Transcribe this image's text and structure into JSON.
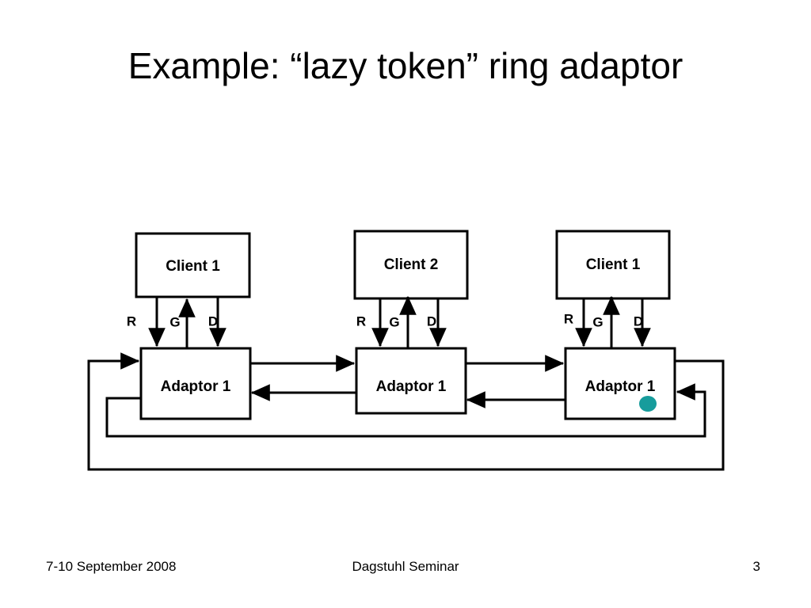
{
  "slide": {
    "title": "Example: “lazy token” ring adaptor",
    "background_color": "#ffffff",
    "ink_color": "#000000",
    "token_color": "#179C9C"
  },
  "diagram": {
    "type": "block-diagram",
    "nodes": [
      {
        "id": "client-1-left",
        "label": "Client 1",
        "kind": "client"
      },
      {
        "id": "client-2-mid",
        "label": "Client 2",
        "kind": "client"
      },
      {
        "id": "client-1-right",
        "label": "Client 1",
        "kind": "client"
      },
      {
        "id": "adaptor-left",
        "label": "Adaptor 1",
        "kind": "adaptor"
      },
      {
        "id": "adaptor-mid",
        "label": "Adaptor 1",
        "kind": "adaptor"
      },
      {
        "id": "adaptor-right",
        "label": "Adaptor 1",
        "kind": "adaptor"
      }
    ],
    "signal_labels": [
      "R",
      "G",
      "D"
    ],
    "signal_groups": [
      {
        "group": "left",
        "labels": [
          "R",
          "G",
          "D"
        ],
        "directions": [
          "down",
          "up",
          "down"
        ]
      },
      {
        "group": "mid",
        "labels": [
          "R",
          "G",
          "D"
        ],
        "directions": [
          "down",
          "up",
          "down"
        ]
      },
      {
        "group": "right",
        "labels": [
          "R",
          "G",
          "D"
        ],
        "directions": [
          "down",
          "up",
          "down"
        ]
      }
    ],
    "token": {
      "label": "token",
      "location": "adaptor-right",
      "color": "#179C9C"
    }
  },
  "footer": {
    "date": "7-10 September 2008",
    "venue": "Dagstuhl Seminar",
    "page": "3"
  }
}
